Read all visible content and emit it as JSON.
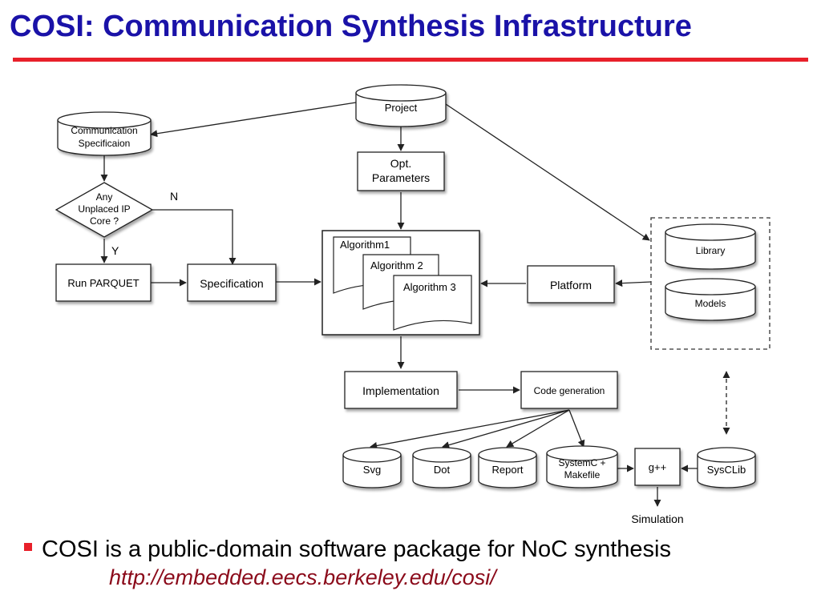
{
  "slide": {
    "title": "COSI: Communication Synthesis Infrastructure",
    "bullet": "COSI is a public-domain software package for NoC synthesis",
    "link": "http://embedded.eecs.berkeley.edu/cosi/"
  },
  "diagram": {
    "project": "Project",
    "comm_spec_line1": "Communication",
    "comm_spec_line2": "Specificaion",
    "opt_line1": "Opt.",
    "opt_line2": "Parameters",
    "decision_line1": "Any",
    "decision_line2": "Unplaced IP",
    "decision_line3": "Core ?",
    "label_n": "N",
    "label_y": "Y",
    "run_parquet": "Run PARQUET",
    "specification": "Specification",
    "algorithm1": "Algorithm1",
    "algorithm2": "Algorithm 2",
    "algorithm3": "Algorithm 3",
    "platform": "Platform",
    "library": "Library",
    "models": "Models",
    "implementation": "Implementation",
    "code_generation": "Code generation",
    "svg": "Svg",
    "dot": "Dot",
    "report": "Report",
    "systemc_line1": "SystemC +",
    "systemc_line2": "Makefile",
    "gpp": "g++",
    "sysclib": "SysCLib",
    "simulation": "Simulation"
  }
}
